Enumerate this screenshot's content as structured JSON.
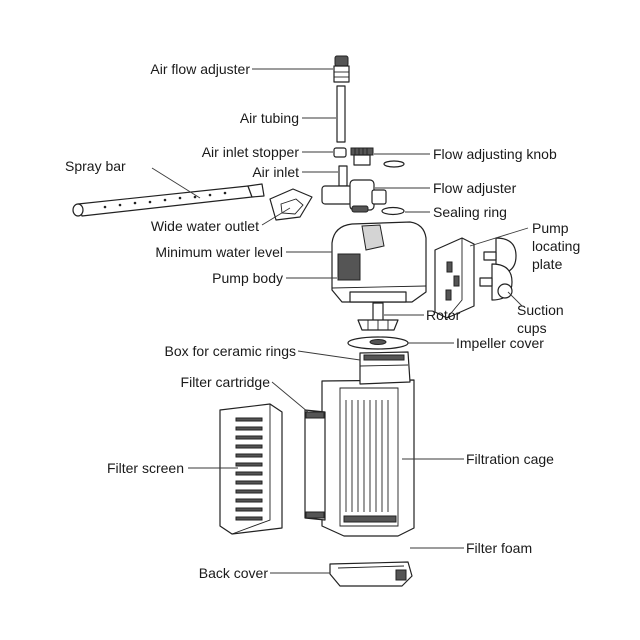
{
  "labels": {
    "air_flow_adjuster": "Air flow adjuster",
    "air_tubing": "Air tubing",
    "air_inlet_stopper": "Air inlet stopper",
    "flow_adjusting_knob": "Flow adjusting knob",
    "spray_bar": "Spray bar",
    "air_inlet": "Air inlet",
    "flow_adjuster": "Flow adjuster",
    "wide_water_outlet": "Wide water outlet",
    "sealing_ring": "Sealing ring",
    "minimum_water_level": "Minimum water level",
    "pump_locating_plate_1": "Pump",
    "pump_locating_plate_2": "locating",
    "pump_locating_plate_3": "plate",
    "pump_body": "Pump body",
    "suction_cups_1": "Suction",
    "suction_cups_2": "cups",
    "rotor": "Rotor",
    "impeller_cover": "Impeller cover",
    "box_for_ceramic_rings": "Box for ceramic rings",
    "filter_cartridge": "Filter cartridge",
    "filter_screen": "Filter screen",
    "filtration_cage": "Filtration cage",
    "filter_foam": "Filter foam",
    "back_cover": "Back cover"
  }
}
